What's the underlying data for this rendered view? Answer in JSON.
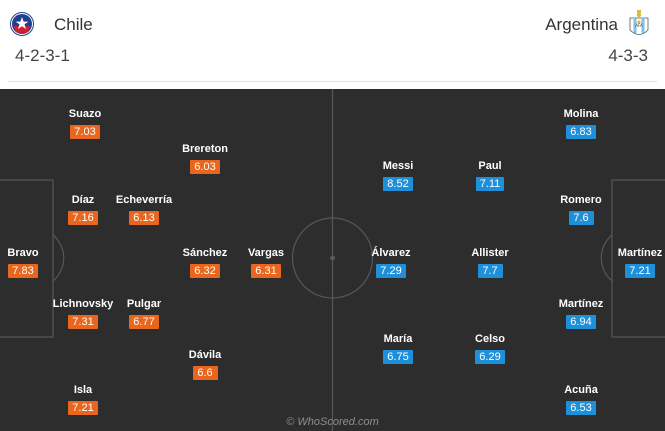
{
  "home": {
    "name": "Chile",
    "formation": "4-2-3-1",
    "players": [
      {
        "name": "Suazo",
        "rating": "7.03"
      },
      {
        "name": "Brereton",
        "rating": "6.03"
      },
      {
        "name": "Díaz",
        "rating": "7.16"
      },
      {
        "name": "Echeverría",
        "rating": "6.13"
      },
      {
        "name": "Bravo",
        "rating": "7.83"
      },
      {
        "name": "Sánchez",
        "rating": "6.32"
      },
      {
        "name": "Vargas",
        "rating": "6.31"
      },
      {
        "name": "Lichnovsky",
        "rating": "7.31"
      },
      {
        "name": "Pulgar",
        "rating": "6.77"
      },
      {
        "name": "Dávila",
        "rating": "6.6"
      },
      {
        "name": "Isla",
        "rating": "7.21"
      }
    ]
  },
  "away": {
    "name": "Argentina",
    "formation": "4-3-3",
    "players": [
      {
        "name": "Molina",
        "rating": "6.83"
      },
      {
        "name": "Messi",
        "rating": "8.52"
      },
      {
        "name": "Paul",
        "rating": "7.11"
      },
      {
        "name": "Romero",
        "rating": "7.6"
      },
      {
        "name": "Álvarez",
        "rating": "7.29"
      },
      {
        "name": "Allister",
        "rating": "7.7"
      },
      {
        "name": "Martínez",
        "rating": "7.21"
      },
      {
        "name": "Martínez",
        "rating": "6.94"
      },
      {
        "name": "María",
        "rating": "6.75"
      },
      {
        "name": "Celso",
        "rating": "6.29"
      },
      {
        "name": "Acuña",
        "rating": "6.53"
      }
    ]
  },
  "colors": {
    "home_rating": "#e8661d",
    "away_rating": "#1e8fd9",
    "pitch": "#2d2d2d",
    "lines": "#575757"
  },
  "watermark": "© WhoScored.com"
}
